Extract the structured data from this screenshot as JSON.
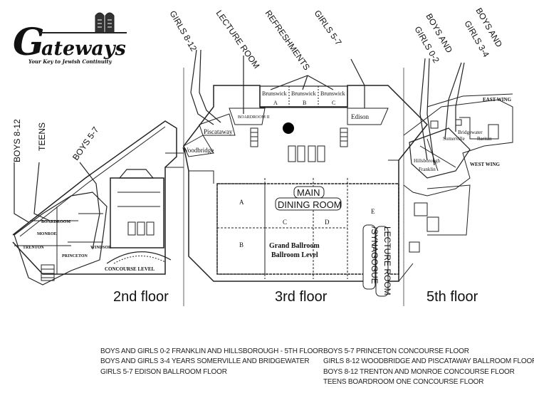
{
  "logo": {
    "name": "Gateways",
    "tagline": "Your Key to Jewish Continuity"
  },
  "floors": {
    "second": "2nd floor",
    "third": "3rd floor",
    "fifth": "5th floor"
  },
  "callouts": {
    "boys_8_12": "BOYS 8-12",
    "teens": "TEENS",
    "boys_5_7": "BOYS 5-7",
    "girls_8_12": "GIRLS 8-12",
    "lecture_room": "LECTURE ROOM",
    "refreshments": "REFRESHMENTS",
    "girls_5_7": "GIRLS 5-7",
    "boys_girls_0_2": [
      "BOYS AND",
      "GIRLS 0-2"
    ],
    "boys_girls_3_4": [
      "BOYS AND",
      "GIRLS 3-4"
    ]
  },
  "rooms": {
    "boardroom": "BOARDROOM",
    "monroe": "MONROE",
    "trenton": "TRENTON",
    "windsor": "WINDSOR",
    "princeton": "PRINCETON",
    "concourse_level": "CONCOURSE LEVEL",
    "woodbridge": "Woodbridge",
    "piscataway": "Piscataway",
    "boardroom_ii": "BOARDROOM II",
    "brunswick": "Brunswick",
    "brunswick_sections": [
      "A",
      "B",
      "C"
    ],
    "edison": "Edison",
    "ballroom_sections": [
      "A",
      "B",
      "C",
      "D",
      "E"
    ],
    "main_dining_room": [
      "MAIN",
      "DINING ROOM"
    ],
    "grand_ballroom": [
      "Grand Ballroom",
      "Ballroom Level"
    ],
    "lecture_synagogue": [
      "LECTURE ROOM",
      "/SYNAGOGUE"
    ],
    "east_wing": "EAST WING",
    "west_wing": "WEST WING",
    "somerville": "Somerville",
    "bridgewater": "Bridgewater",
    "raritan": "Raritan",
    "hillsborough": "Hillsborough",
    "franklin": "Franklin"
  },
  "legend": {
    "left": [
      "BOYS AND GIRLS 0-2 FRANKLIN AND HILLSBOROUGH - 5TH FLOOR",
      "BOYS AND GIRLS 3-4 YEARS SOMERVILLE AND BRIDGEWATER",
      "GIRLS 5-7 EDISON BALLROOM FLOOR"
    ],
    "right": [
      "BOYS 5-7 PRINCETON CONCOURSE FLOOR",
      "GIRLS 8-12 WOODBRIDGE AND PISCATAWAY BALLROOM FLOOR",
      "BOYS 8-12 TRENTON AND MONROE CONCOURSE FLOOR",
      "TEENS BOARDROOM ONE CONCOURSE FLOOR"
    ]
  }
}
